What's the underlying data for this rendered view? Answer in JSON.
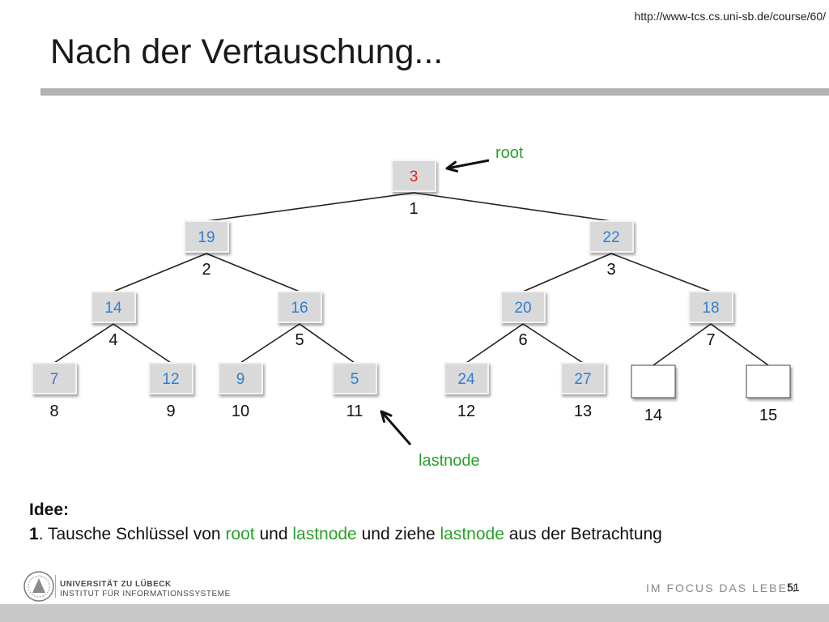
{
  "slide": {
    "url": "http://www-tcs.cs.uni-sb.de/course/60/",
    "title": "Nach der Vertauschung...",
    "page_number": "51",
    "slogan": "IM FOCUS DAS LEBEN",
    "university": {
      "name": "UNIVERSITÄT ZU LÜBECK",
      "institute": "INSTITUT FÜR INFORMATIONSSYSTEME"
    }
  },
  "colors": {
    "key_blue": "#2f7fd0",
    "key_red": "#e02020",
    "green": "#2aa12a",
    "node_fill": "#d9d9d9",
    "empty_fill": "#ffffff"
  },
  "tree": {
    "nodes": [
      {
        "index": "1",
        "key": "3",
        "highlight": true
      },
      {
        "index": "2",
        "key": "19"
      },
      {
        "index": "3",
        "key": "22"
      },
      {
        "index": "4",
        "key": "14"
      },
      {
        "index": "5",
        "key": "16"
      },
      {
        "index": "6",
        "key": "20"
      },
      {
        "index": "7",
        "key": "18"
      },
      {
        "index": "8",
        "key": "7"
      },
      {
        "index": "9",
        "key": "12"
      },
      {
        "index": "10",
        "key": "9"
      },
      {
        "index": "11",
        "key": "5"
      },
      {
        "index": "12",
        "key": "24"
      },
      {
        "index": "13",
        "key": "27"
      },
      {
        "index": "14",
        "key": ""
      },
      {
        "index": "15",
        "key": ""
      }
    ],
    "pointers": {
      "root_label": "root",
      "lastnode_label": "lastnode"
    }
  },
  "idea": {
    "heading": "Idee:",
    "step_number": "1",
    "text_1": ". Tausche Schlüssel von ",
    "root_word": "root",
    "text_2": " und ",
    "lastnode_word_1": "lastnode",
    "text_3": " und ziehe ",
    "lastnode_word_2": "lastnode",
    "text_4": " aus der Betrachtung"
  }
}
